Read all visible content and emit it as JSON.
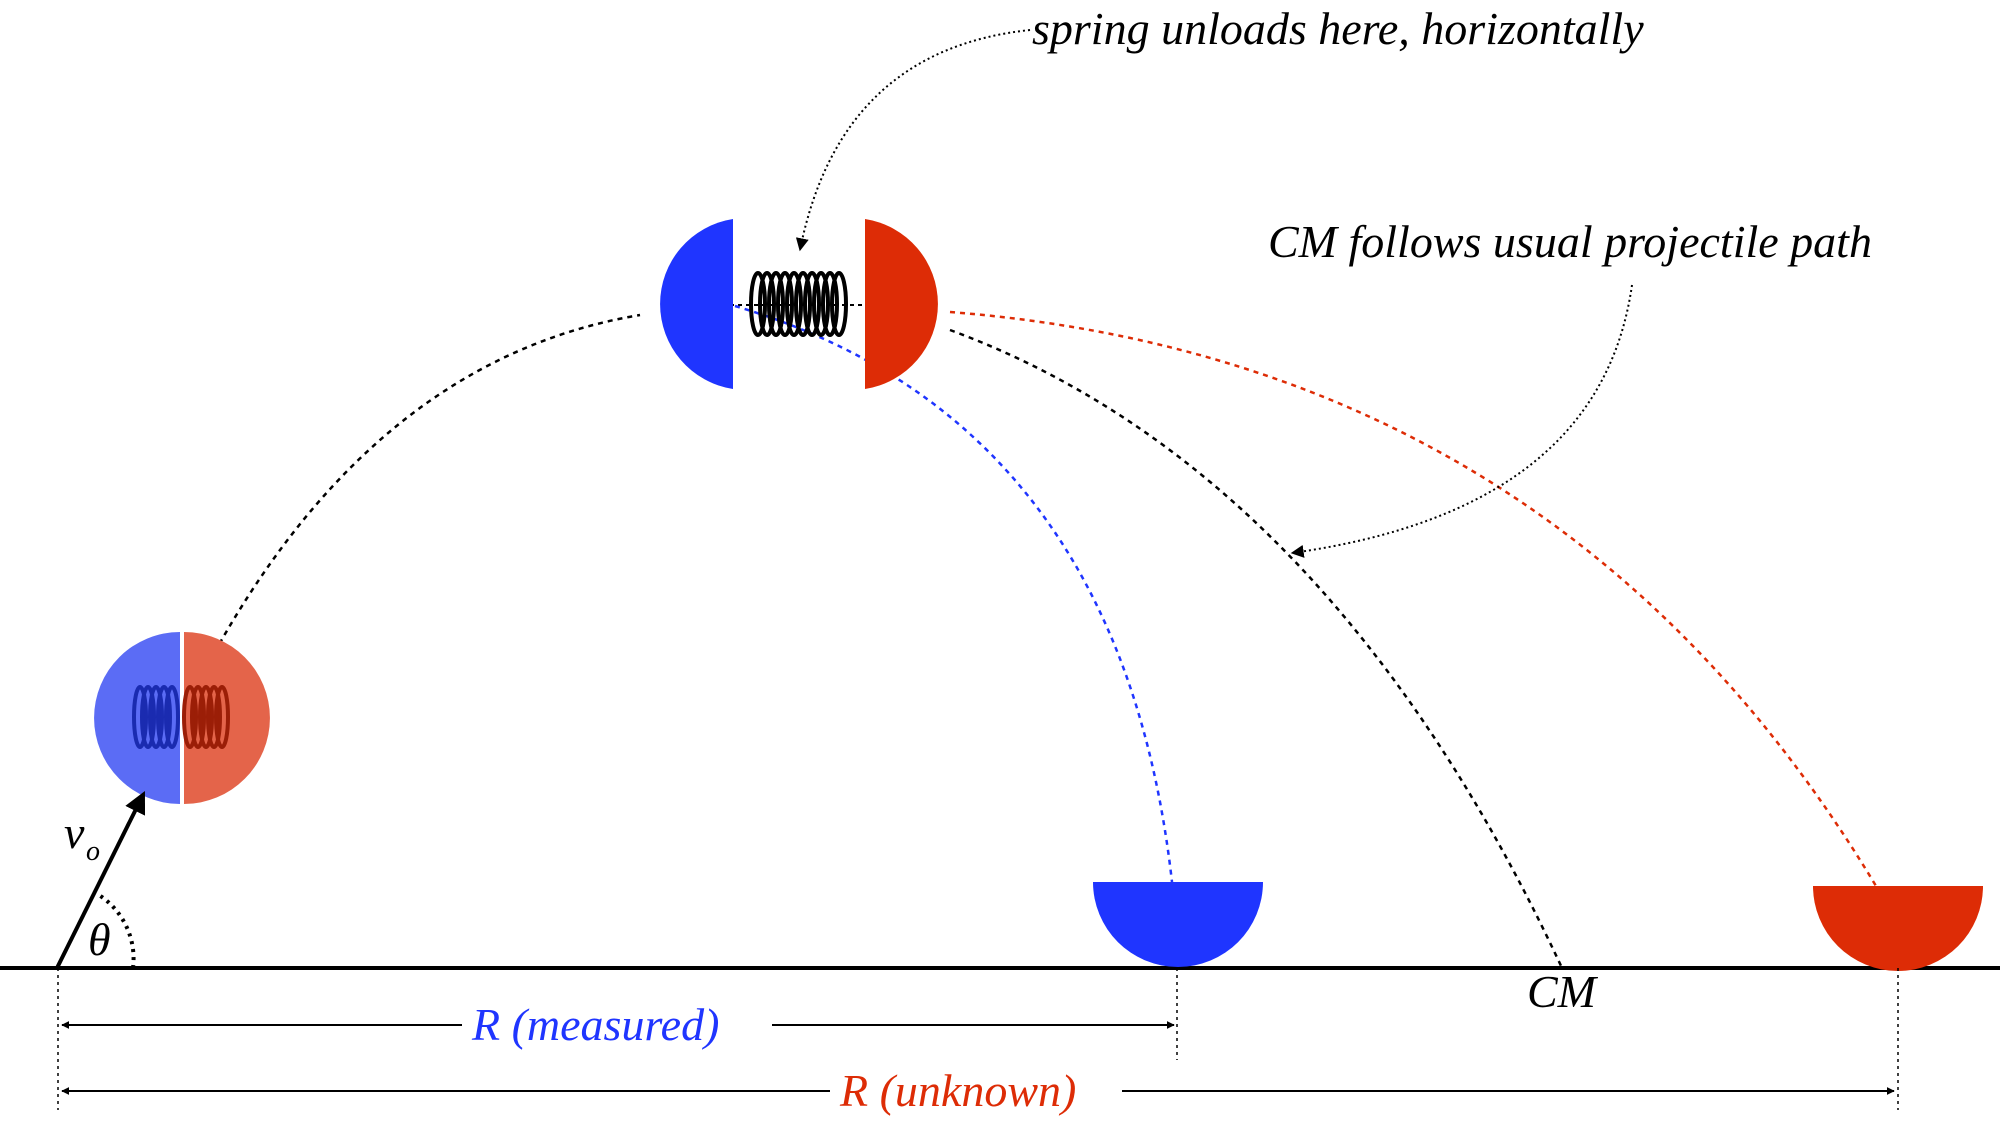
{
  "labels": {
    "spring_note": "spring unloads here, horizontally",
    "cm_path_note": "CM follows usual projectile path",
    "cm_ground": "CM",
    "velocity": "v",
    "velocity_sub": "o",
    "angle": "θ",
    "range_measured": "R (measured)",
    "range_unknown": "R (unknown)"
  },
  "colors": {
    "blue": "#1f35ff",
    "red": "#dd2c06",
    "blue_light": "#5b6cf5",
    "red_light": "#e4644a",
    "blue_spring": "#1a2bb0",
    "red_spring": "#9b1e07",
    "ink": "#000000"
  }
}
